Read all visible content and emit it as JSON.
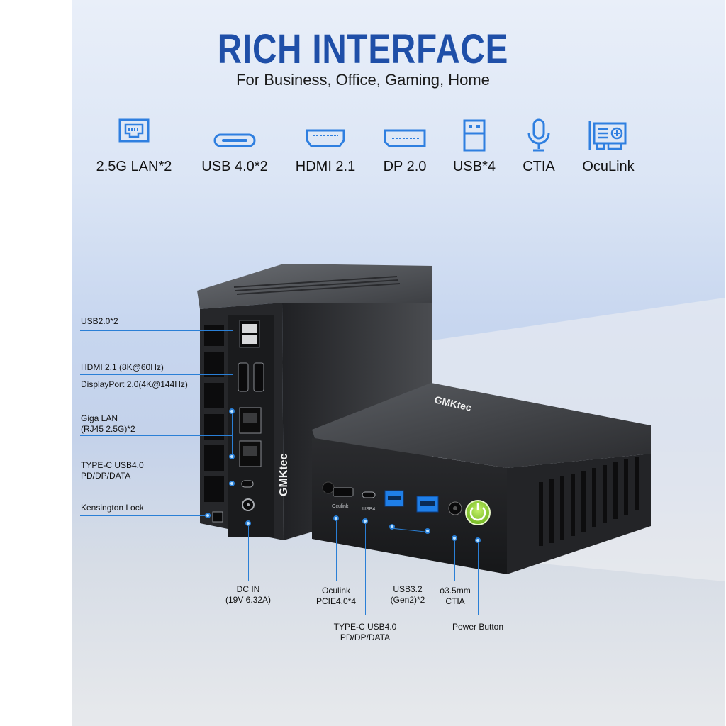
{
  "header": {
    "title": "RICH INTERFACE",
    "subtitle": "For Business, Office, Gaming, Home"
  },
  "interfaces": [
    {
      "icon": "ethernet-port-icon",
      "label": "2.5G LAN*2"
    },
    {
      "icon": "usb-c-port-icon",
      "label": "USB 4.0*2"
    },
    {
      "icon": "hdmi-port-icon",
      "label": "HDMI 2.1"
    },
    {
      "icon": "displayport-icon",
      "label": "DP 2.0"
    },
    {
      "icon": "usb-a-port-icon",
      "label": "USB*4"
    },
    {
      "icon": "microphone-icon",
      "label": "CTIA"
    },
    {
      "icon": "oculink-card-icon",
      "label": "OcuLink"
    }
  ],
  "brand": "GMKtec",
  "left_callouts": [
    {
      "id": "usb2",
      "text": "USB2.0*2"
    },
    {
      "id": "hdmi",
      "text": "HDMI 2.1 (8K@60Hz)"
    },
    {
      "id": "dp",
      "text": "DisplayPort 2.0(4K@144Hz)"
    },
    {
      "id": "lan1",
      "text": "Giga LAN"
    },
    {
      "id": "lan2",
      "text": "(RJ45 2.5G)*2"
    },
    {
      "id": "typec1",
      "text": "TYPE-C USB4.0"
    },
    {
      "id": "typec2",
      "text": "PD/DP/DATA"
    },
    {
      "id": "lock",
      "text": "Kensington Lock"
    }
  ],
  "bottom_callouts": {
    "dcin": [
      "DC IN",
      "(19V 6.32A)"
    ],
    "oculink": [
      "Oculink",
      "PCIE4.0*4"
    ],
    "usb32": [
      "USB3.2",
      "(Gen2)*2"
    ],
    "audio": [
      "ϕ3.5mm",
      "CTIA"
    ],
    "typec": [
      "TYPE-C USB4.0",
      "PD/DP/DATA"
    ],
    "power": [
      "Power Button"
    ]
  },
  "port_labels": {
    "oculink": "Oculink",
    "usb4": "USB4"
  },
  "colors": {
    "title_blue": "#1f4fa8",
    "accent_line": "#2a7fd6",
    "power_green": "#8bd22a"
  }
}
